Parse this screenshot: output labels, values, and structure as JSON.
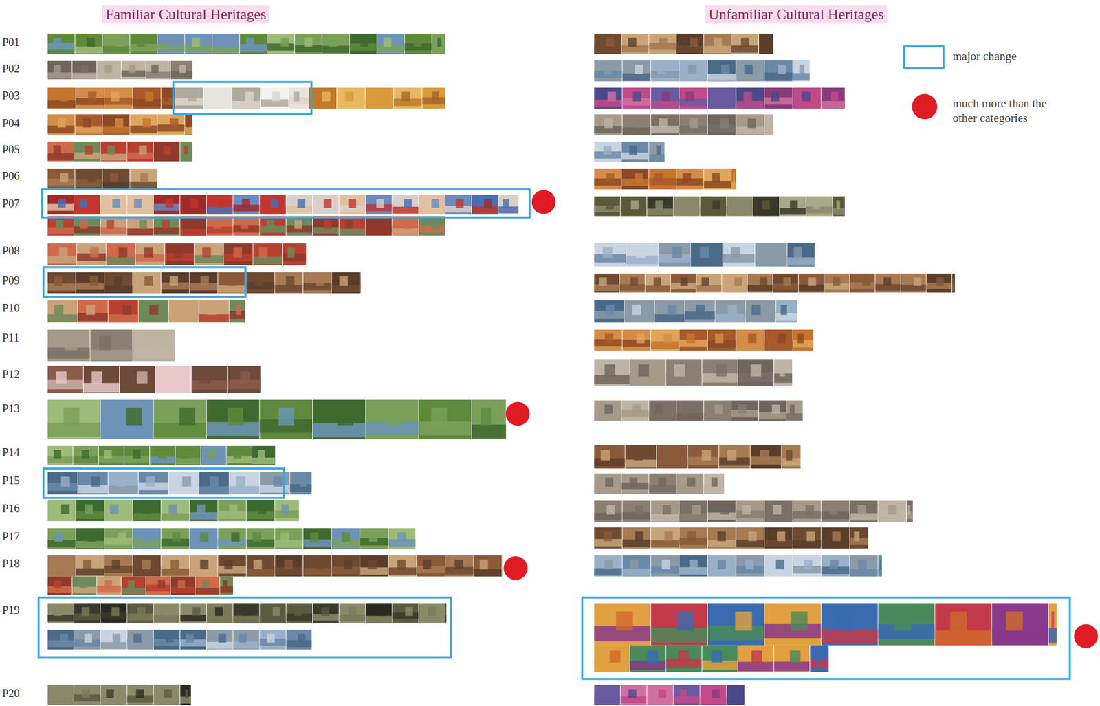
{
  "diagram": {
    "nodes": [
      {
        "text": [
          "Familiar Cultural Heritages"
        ]
      },
      {
        "text": [
          "Unfamiliar Cultural Heritages"
        ]
      }
    ],
    "labels": [
      "P01",
      "P02",
      "P03",
      "P04",
      "P05",
      "P06",
      "P07",
      "P08",
      "P09",
      "P10",
      "P11",
      "P12",
      "P13",
      "P14",
      "P15",
      "P16",
      "P17",
      "P18",
      "P19",
      "P20"
    ],
    "legend": [
      {
        "text": "major change"
      },
      {
        "text": "much more than the other categories",
        "color": "#e01b24"
      }
    ]
  }
}
